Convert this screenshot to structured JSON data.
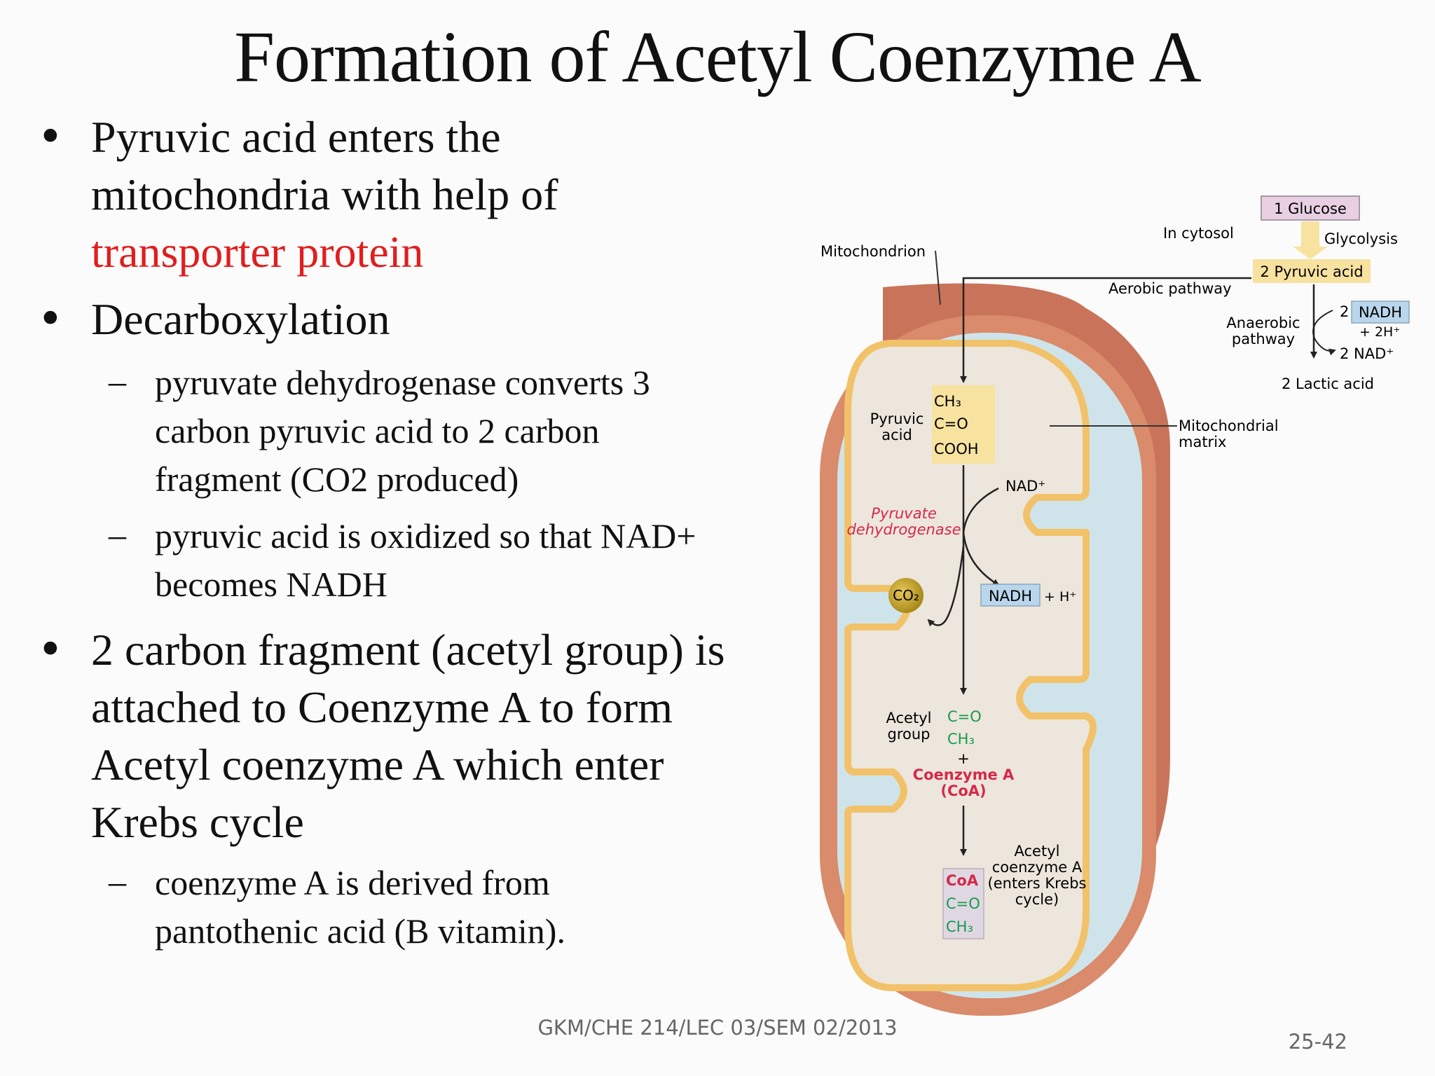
{
  "title": "Formation of Acetyl Coenzyme A",
  "bullets": {
    "b1_line1": "Pyruvic acid enters the",
    "b1_line2": "mitochondria with help of",
    "b1_line3_red": "transporter protein",
    "b2": "Decarboxylation",
    "b2_sub1_line1": "pyruvate dehydrogenase converts 3",
    "b2_sub1_line2": "carbon pyruvic acid to 2 carbon",
    "b2_sub1_line3": "fragment (CO2 produced)",
    "b2_sub2_line1": "pyruvic acid is oxidized so that NAD+",
    "b2_sub2_line2": "becomes NADH",
    "b3_line1": "2 carbon fragment (acetyl group) is",
    "b3_line2": "attached to  Coenzyme A to form",
    "b3_line3": "Acetyl coenzyme A which enter",
    "b3_line4": "Krebs cycle",
    "b3_sub1_line1": "coenzyme A is derived from",
    "b3_sub1_line2": "pantothenic acid (B vitamin).",
    "bullet_char": "•",
    "dash_char": "–"
  },
  "diagram": {
    "glucose": "1 Glucose",
    "glycolysis": "Glycolysis",
    "in_cytosol": "In cytosol",
    "pyruvic_acid_2": "2 Pyruvic acid",
    "aerobic": "Aerobic pathway",
    "anaerobic_1": "Anaerobic",
    "anaerobic_2": "pathway",
    "nadh_2_num": "2",
    "nadh_label": "NADH",
    "two_h_plus": "+ 2H⁺",
    "two_nad_plus": "2 NAD⁺",
    "lactic": "2 Lactic acid",
    "mitochondrion": "Mitochondrion",
    "matrix_1": "Mitochondrial",
    "matrix_2": "matrix",
    "pyruvic_1": "Pyruvic",
    "pyruvic_2": "acid",
    "ch3": "CH₃",
    "c_o": "C=O",
    "cooh": "COOH",
    "nad_plus": "NAD⁺",
    "enzyme_1": "Pyruvate",
    "enzyme_2": "dehydrogenase",
    "co2": "CO₂",
    "nadh": "NADH",
    "h_plus": "+ H⁺",
    "acetyl_group_1": "Acetyl",
    "acetyl_group_2": "group",
    "plus": "+",
    "coenzyme_a": "Coenzyme A",
    "coa_paren": "(CoA)",
    "coa": "CoA",
    "acetyl_coa_1": "Acetyl",
    "acetyl_coa_2": "coenzyme A",
    "acetyl_coa_3": "(enters Krebs",
    "acetyl_coa_4": "cycle)"
  },
  "footer": "GKM/CHE 214/LEC 03/SEM 02/2013",
  "page_number": "25-42",
  "colors": {
    "accent_red": "#e01e1e",
    "enzyme_red": "#d42a4a",
    "acetyl_green": "#1a9a4e",
    "mito_outer": "#d78a6a",
    "mito_membrane": "#cfe4ea",
    "matrix": "#ede6dc",
    "cristae": "#f2c26a",
    "nadh_box": "#b9d6ec",
    "glucose_box": "#e9cfe2",
    "pyruvate_box": "#f8e2a0"
  }
}
